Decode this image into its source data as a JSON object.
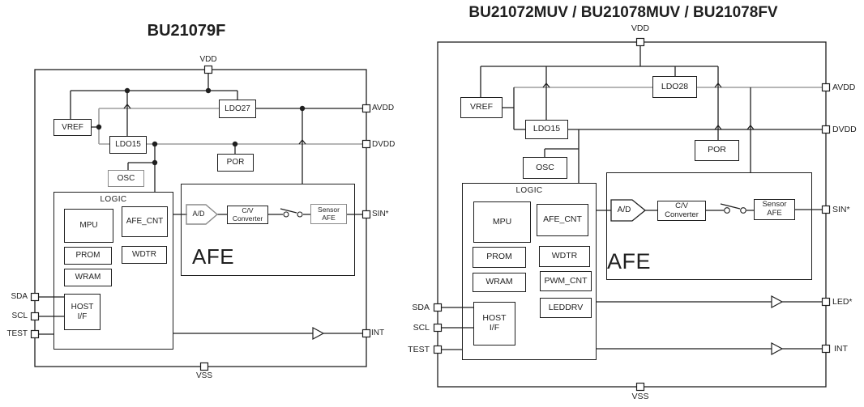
{
  "colors": {
    "line": "#1f1f1f",
    "gray": "#9e9e9e",
    "boxgray": "#8a8a8a",
    "bg": "#ffffff"
  },
  "diagrams": [
    {
      "title": "BU21079F",
      "blocks": {
        "vref": "VREF",
        "ldo27": "LDO27",
        "ldo15": "LDO15",
        "por": "POR",
        "osc": "OSC",
        "logic": "LOGIC",
        "mpu": "MPU",
        "afe_cnt": "AFE_CNT",
        "prom": "PROM",
        "wdtr": "WDTR",
        "wram": "WRAM",
        "host_l1": "HOST",
        "host_l2": "I/F",
        "ad": "A/D",
        "cv_l1": "C/V",
        "cv_l2": "Converter",
        "sensor_l1": "Sensor",
        "sensor_l2": "AFE",
        "afe_label": "AFE"
      },
      "pins": {
        "vdd": "VDD",
        "avdd": "AVDD",
        "dvdd": "DVDD",
        "sin": "SIN*",
        "sda": "SDA",
        "scl": "SCL",
        "test": "TEST",
        "int": "INT",
        "vss": "VSS"
      }
    },
    {
      "title": "BU21072MUV / BU21078MUV / BU21078FV",
      "blocks": {
        "vref": "VREF",
        "ldo28": "LDO28",
        "ldo15": "LDO15",
        "por": "POR",
        "osc": "OSC",
        "logic": "LOGIC",
        "mpu": "MPU",
        "afe_cnt": "AFE_CNT",
        "prom": "PROM",
        "wdtr": "WDTR",
        "wram": "WRAM",
        "pwm_cnt": "PWM_CNT",
        "leddrv": "LEDDRV",
        "host_l1": "HOST",
        "host_l2": "I/F",
        "ad": "A/D",
        "cv_l1": "C/V",
        "cv_l2": "Converter",
        "sensor_l1": "Sensor",
        "sensor_l2": "AFE",
        "afe_label": "AFE"
      },
      "pins": {
        "vdd": "VDD",
        "avdd": "AVDD",
        "dvdd": "DVDD",
        "sin": "SIN*",
        "led": "LED*",
        "sda": "SDA",
        "scl": "SCL",
        "test": "TEST",
        "int": "INT",
        "vss": "VSS"
      }
    }
  ]
}
